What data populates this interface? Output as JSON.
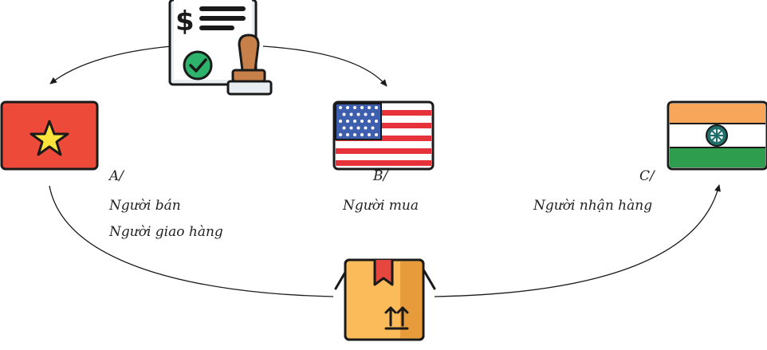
{
  "parties": {
    "a": {
      "marker": "A/",
      "line1": "Người bán",
      "line2": "Người giao hàng"
    },
    "b": {
      "marker": "B/",
      "line1": "Người mua"
    },
    "c": {
      "marker": "C/",
      "line1": "Người nhận hàng"
    }
  },
  "icons": {
    "document": "contract-document-icon",
    "flag_a": "vietnam-flag-icon",
    "flag_b": "usa-flag-icon",
    "flag_c": "india-flag-icon",
    "package": "cardboard-box-icon"
  },
  "colors": {
    "outline": "#1a1a1a",
    "vn_red": "#ee4a3a",
    "vn_star": "#fbe33b",
    "us_red": "#e6333b",
    "us_blue": "#3e5fae",
    "in_saffron": "#f7a65a",
    "in_green": "#2e9e4e",
    "in_chakra": "#1f6e6a",
    "box": "#fcbb5a",
    "box_shade": "#e89b3a",
    "ribbon": "#e5473e",
    "check": "#2db36b",
    "stamp": "#c8804a",
    "paper": "#e8edf1"
  }
}
